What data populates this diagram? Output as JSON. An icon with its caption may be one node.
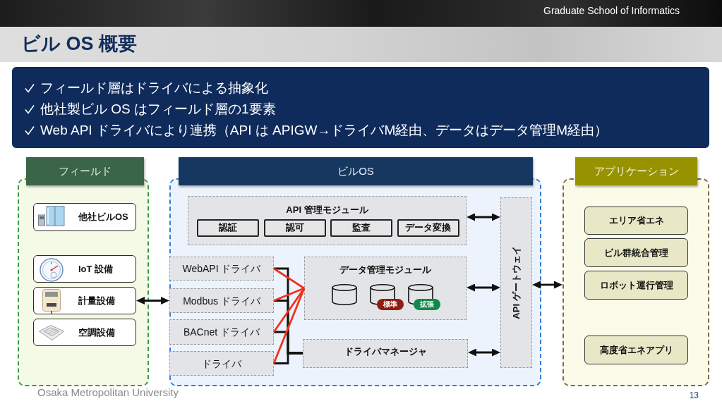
{
  "diagram": {
    "title": "ビル OS 概要",
    "nodes": [
      {
        "text": [
          "フィールド層はドライバによる抽象化",
          "他社製ビル OS はフィールド層の1要素",
          "Web API ドライバにより連携（API は APIGW→ドライバM経由、データはデータ管理M経由）"
        ]
      },
      {
        "text": [
          "フィールド"
        ]
      },
      {
        "text": [
          "他社ビルOS"
        ],
        "in": 1
      },
      {
        "text": [
          "IoT 設備"
        ],
        "in": 1
      },
      {
        "text": [
          "計量設備"
        ],
        "in": 1
      },
      {
        "text": [
          "空調設備"
        ],
        "in": 1
      },
      {
        "text": [
          "ビルOS"
        ]
      },
      {
        "text": [
          "API 管理モジュール"
        ],
        "in": 6
      },
      {
        "text": [
          "認証"
        ],
        "in": 7
      },
      {
        "text": [
          "認可"
        ],
        "in": 7
      },
      {
        "text": [
          "監査"
        ],
        "in": 7
      },
      {
        "text": [
          "データ変換"
        ],
        "in": 7
      },
      {
        "text": [
          "WebAPI ドライバ"
        ],
        "in": 6
      },
      {
        "text": [
          "Modbus ドライバ"
        ],
        "in": 6
      },
      {
        "text": [
          "BACnet ドライバ"
        ],
        "in": 6
      },
      {
        "text": [
          "ドライバ"
        ],
        "in": 6
      },
      {
        "text": [
          "データ管理モジュール"
        ],
        "in": 6
      },
      {
        "text": [
          "標準"
        ],
        "in": 16
      },
      {
        "text": [
          "拡張"
        ],
        "in": 16
      },
      {
        "text": [
          "ドライバマネージャ"
        ],
        "in": 6
      },
      {
        "text": [
          "API ゲートウェイ"
        ],
        "in": 6
      },
      {
        "text": [
          "アプリケーション"
        ]
      },
      {
        "text": [
          "エリア省エネ"
        ],
        "in": 21
      },
      {
        "text": [
          "ビル群統合管理"
        ],
        "in": 21
      },
      {
        "text": [
          "ロボット運行管理"
        ],
        "in": 21
      },
      {
        "text": [
          "高度省エネアプリ"
        ],
        "in": 21
      }
    ],
    "edges": [
      {
        "from": 4,
        "to": 13,
        "arrow": "both"
      },
      {
        "from": 12,
        "to": 19,
        "arrow": "none"
      },
      {
        "from": 13,
        "to": 19,
        "arrow": "none"
      },
      {
        "from": 14,
        "to": 19,
        "arrow": "none"
      },
      {
        "from": 15,
        "to": 19,
        "arrow": "none"
      },
      {
        "from": 12,
        "to": 16,
        "arrow": "none",
        "color": "#f0321e"
      },
      {
        "from": 13,
        "to": 16,
        "arrow": "none",
        "color": "#f0321e"
      },
      {
        "from": 14,
        "to": 16,
        "arrow": "none",
        "color": "#f0321e"
      },
      {
        "from": 15,
        "to": 16,
        "arrow": "none",
        "color": "#f0321e"
      },
      {
        "from": 7,
        "to": 20,
        "arrow": "both"
      },
      {
        "from": 16,
        "to": 20,
        "arrow": "both"
      },
      {
        "from": 19,
        "to": 20,
        "arrow": "both"
      },
      {
        "from": 20,
        "to": 21,
        "arrow": "both"
      }
    ],
    "labels": [
      "Graduate School of Informatics",
      "Osaka Metropolitan University",
      "13"
    ]
  }
}
